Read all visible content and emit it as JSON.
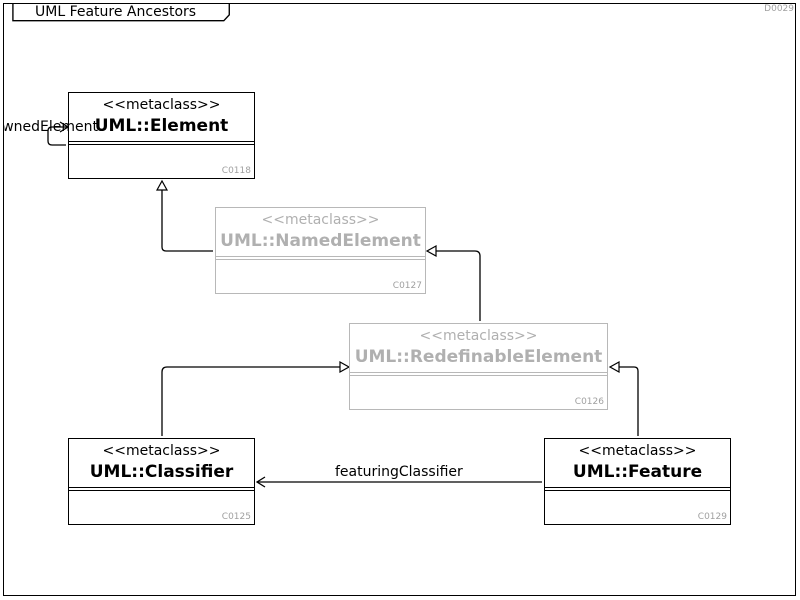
{
  "diagram": {
    "title": "UML Feature Ancestors",
    "id": "D0029"
  },
  "classes": {
    "element": {
      "stereotype": "<<metaclass>>",
      "name": "UML::Element",
      "id": "C0118"
    },
    "named_element": {
      "stereotype": "<<metaclass>>",
      "name": "UML::NamedElement",
      "id": "C0127"
    },
    "redefinable_element": {
      "stereotype": "<<metaclass>>",
      "name": "UML::RedefinableElement",
      "id": "C0126"
    },
    "classifier": {
      "stereotype": "<<metaclass>>",
      "name": "UML::Classifier",
      "id": "C0125"
    },
    "feature": {
      "stereotype": "<<metaclass>>",
      "name": "UML::Feature",
      "id": "C0129"
    }
  },
  "associations": {
    "owned_element": "ownedElement",
    "featuring_classifier": "featuringClassifier"
  },
  "colors": {
    "line": "#000000",
    "faded": "#b0b0b0"
  }
}
